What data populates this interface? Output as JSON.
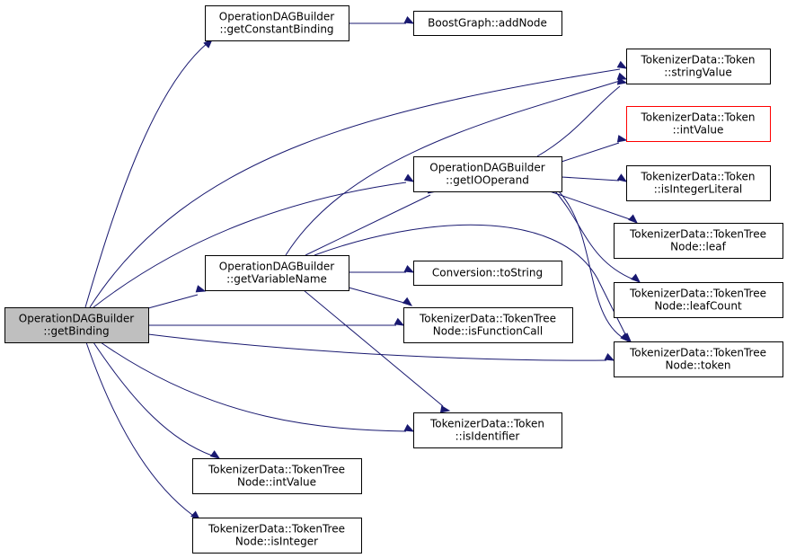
{
  "colors": {
    "edge": "#191970",
    "root_fill": "#bfbfbf",
    "node_fill": "#ffffff",
    "node_border": "#000000",
    "external_border": "#ff0000"
  },
  "nodes": {
    "root": {
      "lines": [
        "OperationDAGBuilder",
        "::getBinding"
      ]
    },
    "getConstBind": {
      "lines": [
        "OperationDAGBuilder",
        "::getConstantBinding"
      ]
    },
    "addNode": {
      "lines": [
        "BoostGraph::addNode"
      ]
    },
    "stringValue": {
      "lines": [
        "TokenizerData::Token",
        "::stringValue"
      ]
    },
    "tokIntValue": {
      "lines": [
        "TokenizerData::Token",
        "::intValue"
      ]
    },
    "getIOOperand": {
      "lines": [
        "OperationDAGBuilder",
        "::getIOOperand"
      ]
    },
    "isIntLiteral": {
      "lines": [
        "TokenizerData::Token",
        "::isIntegerLiteral"
      ]
    },
    "leaf": {
      "lines": [
        "TokenizerData::TokenTree",
        "Node::leaf"
      ]
    },
    "getVarName": {
      "lines": [
        "OperationDAGBuilder",
        "::getVariableName"
      ]
    },
    "toString": {
      "lines": [
        "Conversion::toString"
      ]
    },
    "leafCount": {
      "lines": [
        "TokenizerData::TokenTree",
        "Node::leafCount"
      ]
    },
    "isFuncCall": {
      "lines": [
        "TokenizerData::TokenTree",
        "Node::isFunctionCall"
      ]
    },
    "token": {
      "lines": [
        "TokenizerData::TokenTree",
        "Node::token"
      ]
    },
    "isIdentifier": {
      "lines": [
        "TokenizerData::Token",
        "::isIdentifier"
      ]
    },
    "ttIntValue": {
      "lines": [
        "TokenizerData::TokenTree",
        "Node::intValue"
      ]
    },
    "isInteger": {
      "lines": [
        "TokenizerData::TokenTree",
        "Node::isInteger"
      ]
    }
  }
}
